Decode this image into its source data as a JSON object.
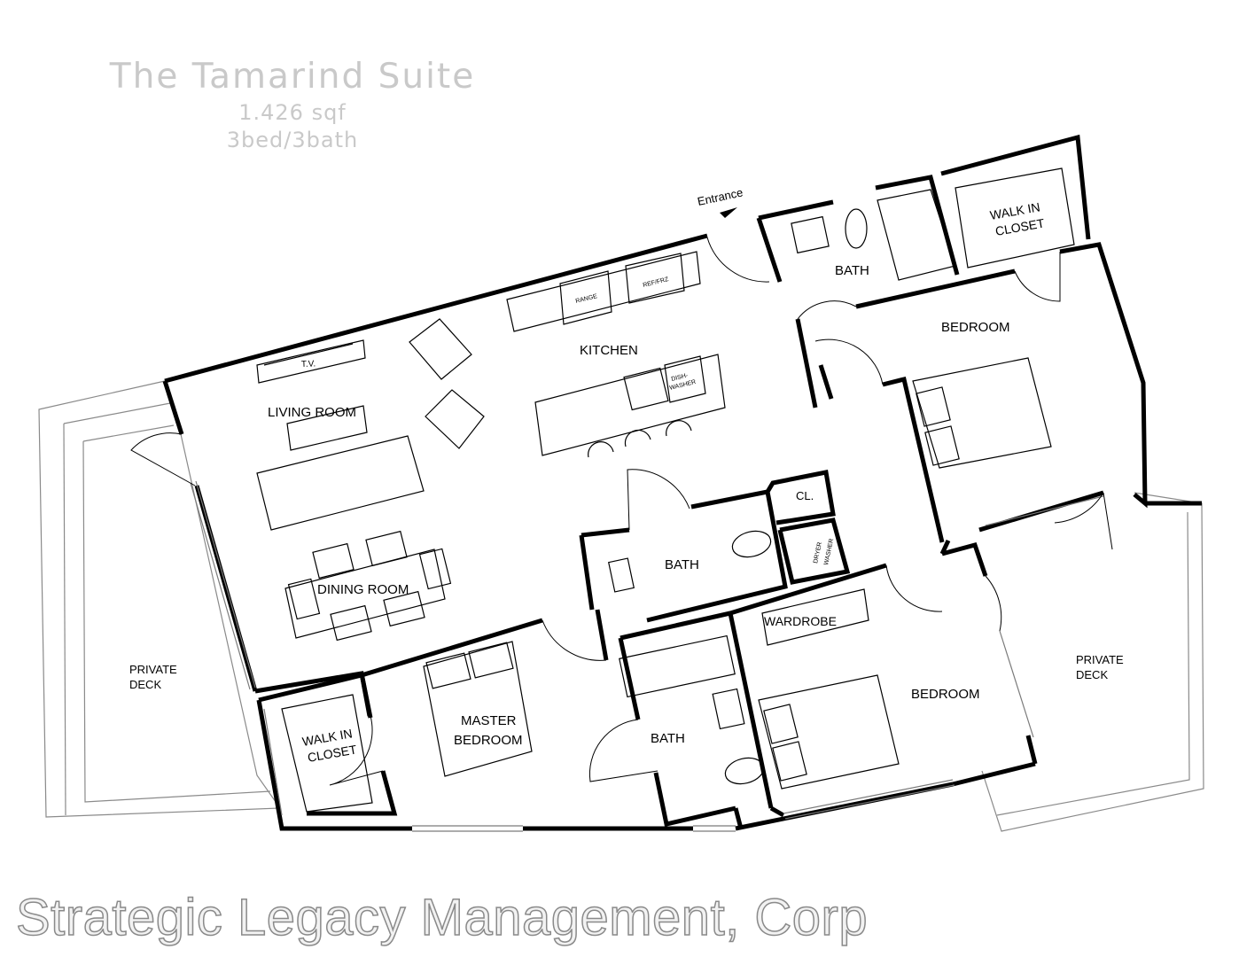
{
  "header": {
    "title": "The Tamarind Suite",
    "size": "1.426 sqf",
    "layout": "3bed/3bath"
  },
  "entrance": "Entrance",
  "rooms": {
    "living": "LIVING ROOM",
    "dining": "DINING ROOM",
    "kitchen": "KITCHEN",
    "bath_top": "BATH",
    "bath_mid": "BATH",
    "bath_low": "BATH",
    "bedroom_top": "BEDROOM",
    "bedroom_low": "BEDROOM",
    "master_l1": "MASTER",
    "master_l2": "BEDROOM",
    "walkin_top_l1": "WALK IN",
    "walkin_top_l2": "CLOSET",
    "walkin_left_l1": "WALK IN",
    "walkin_left_l2": "CLOSET",
    "deck_left_l1": "PRIVATE",
    "deck_left_l2": "DECK",
    "deck_right_l1": "PRIVATE",
    "deck_right_l2": "DECK",
    "closet": "CL.",
    "wardrobe": "WARDROBE"
  },
  "fixtures": {
    "tv": "T.V.",
    "range": "RANGE",
    "fridge": "REF/FRZ",
    "dishwasher_l1": "DISH-",
    "dishwasher_l2": "WASHER",
    "dryer_l1": "DRYER",
    "dryer_l2": "WASHER"
  },
  "watermark": "Strategic Legacy Management, Corp"
}
